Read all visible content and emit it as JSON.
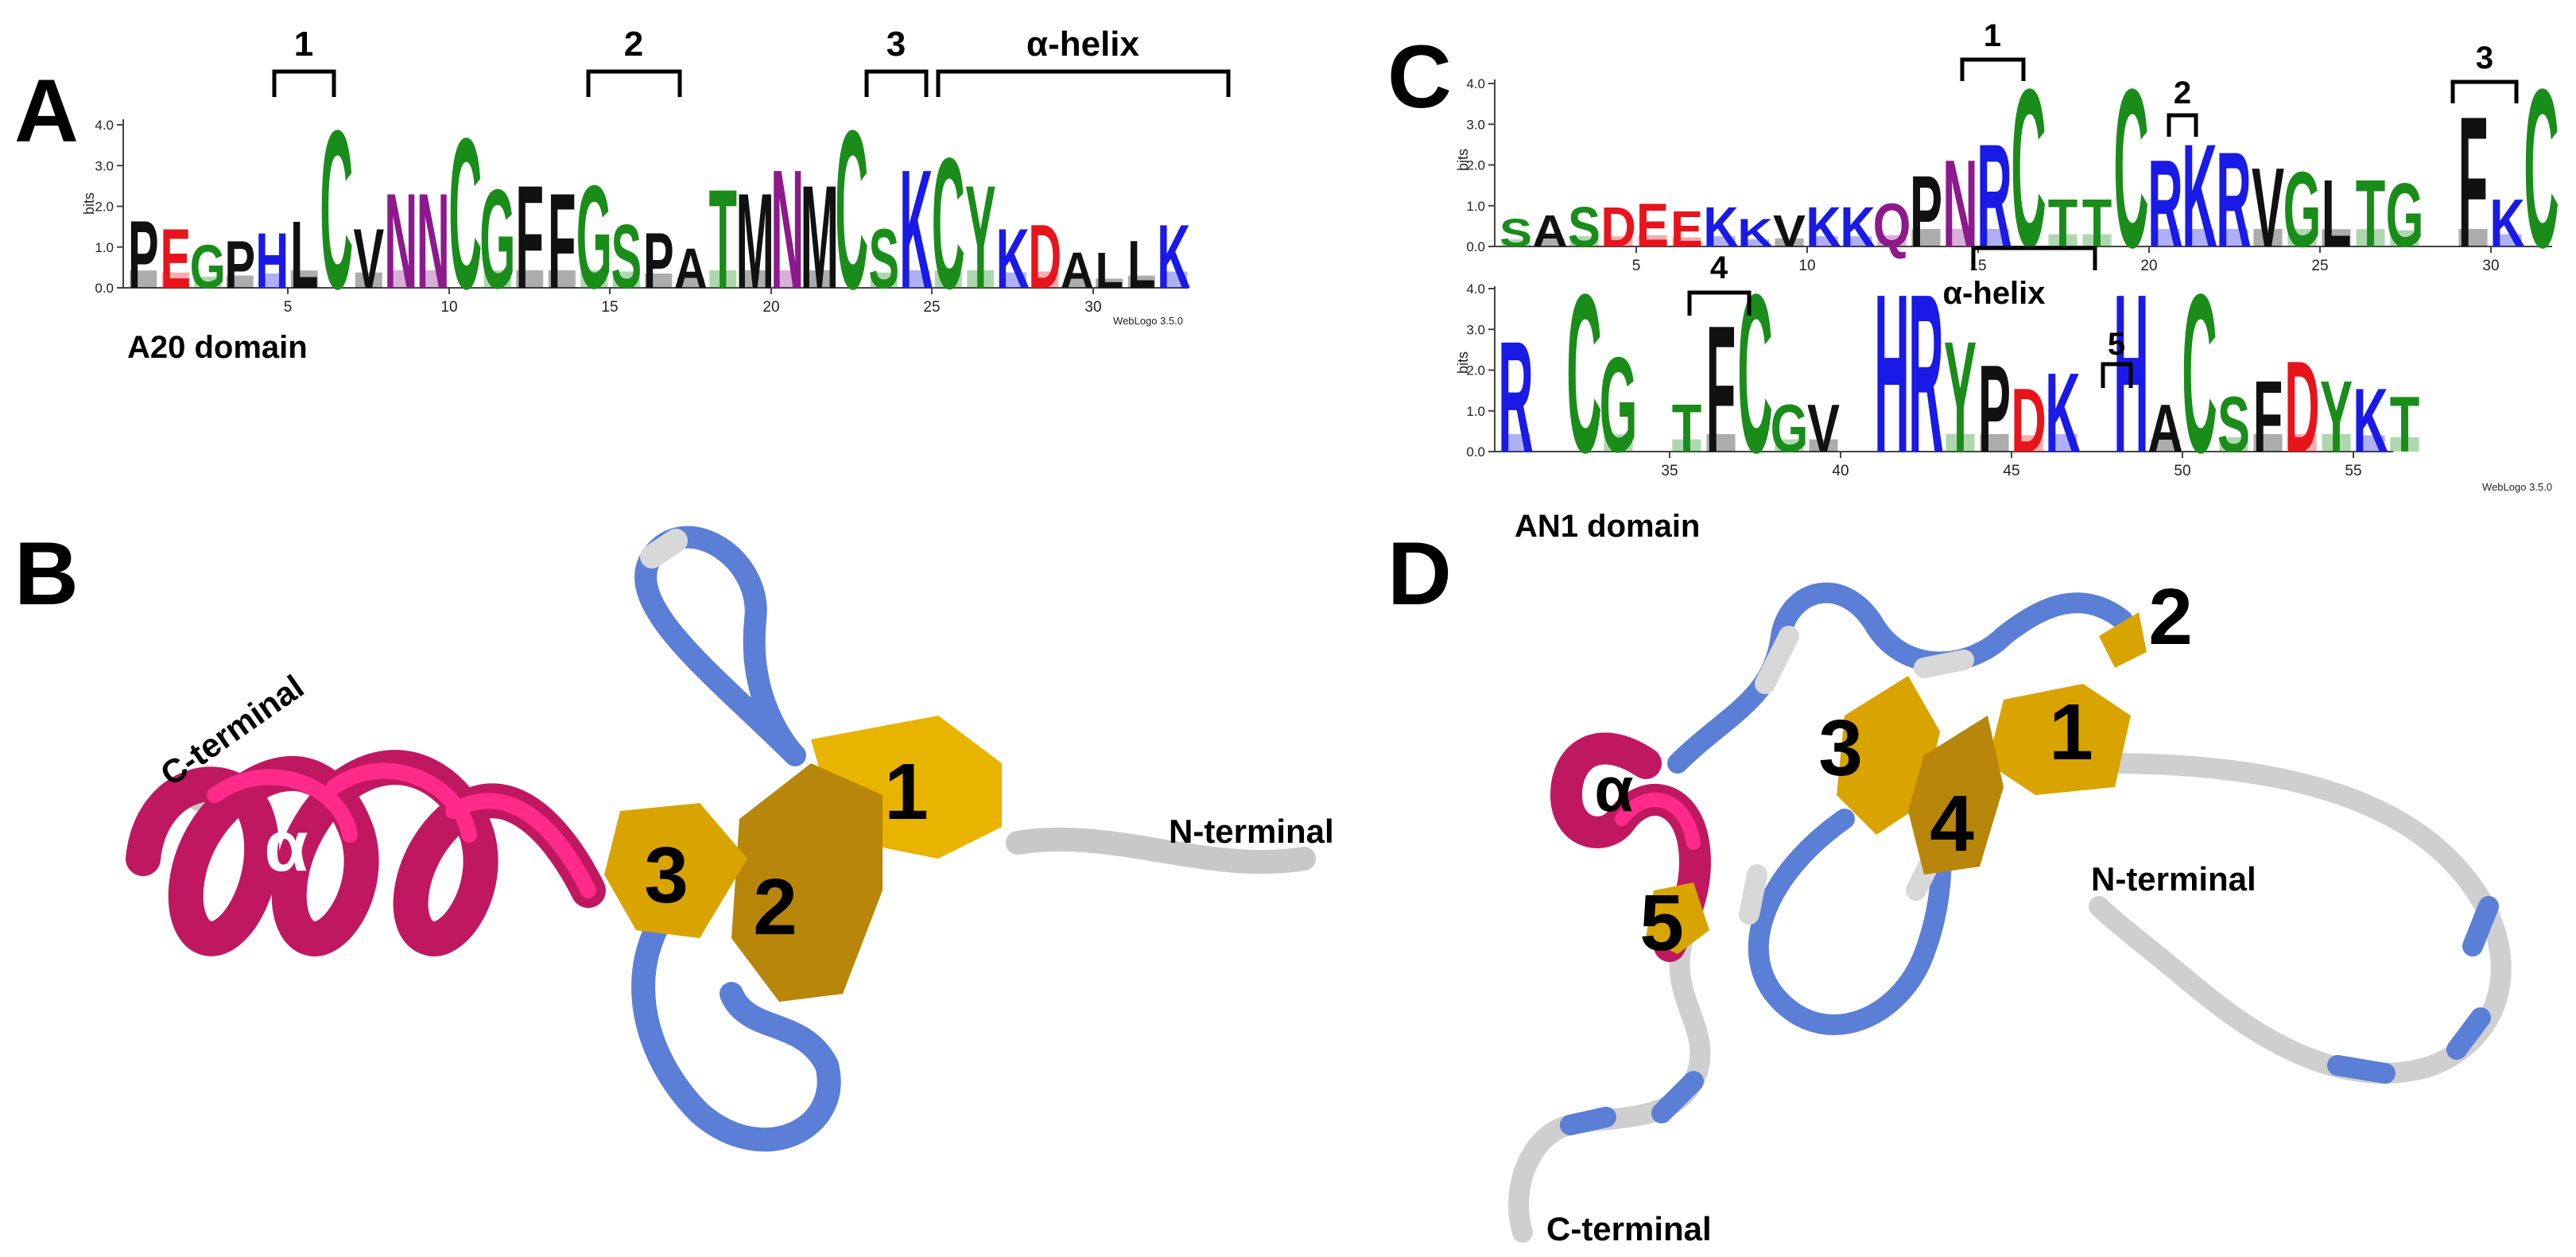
{
  "panels": {
    "a": {
      "letter": "A"
    },
    "b": {
      "letter": "B"
    },
    "c": {
      "letter": "C"
    },
    "d": {
      "letter": "D"
    }
  },
  "logos": {
    "y_axis_label": "bits",
    "y_ticks": [
      "0.0",
      "1.0",
      "2.0",
      "3.0",
      "4.0"
    ],
    "credit": "WebLogo 3.5.0",
    "colors": {
      "acidic": "#e8141c",
      "basic": "#1a1ae6",
      "polar": "#1a8c1a",
      "neutral": "#8c1a8c",
      "hydrophobic": "#111111",
      "cys": "#1a8c1a"
    },
    "a20": {
      "caption": "A20 domain",
      "x_ticks": [
        "5",
        "10",
        "15",
        "20",
        "25",
        "30"
      ],
      "annotations": [
        "1",
        "2",
        "3",
        "α-helix"
      ],
      "letters": [
        "P",
        "E",
        "G",
        "P",
        "H",
        "L",
        "C",
        "V",
        "N",
        "N",
        "C",
        "G",
        "F",
        "F",
        "G",
        "S",
        "P",
        "A",
        "T",
        "M",
        "N",
        "M",
        "C",
        "S",
        "K",
        "C",
        "Y",
        "K",
        "D",
        "A",
        "L",
        "L",
        "K"
      ],
      "heights": [
        1.7,
        1.5,
        1.1,
        1.2,
        1.4,
        1.7,
        4.0,
        1.5,
        2.4,
        2.4,
        3.8,
        2.5,
        2.6,
        2.4,
        2.6,
        1.6,
        1.4,
        1.0,
        2.5,
        2.4,
        3.0,
        2.6,
        4.0,
        1.5,
        3.0,
        3.3,
        2.6,
        1.5,
        1.6,
        0.9,
        0.9,
        1.2,
        1.6
      ]
    },
    "an1_top": {
      "x_ticks": [
        "5",
        "10",
        "15",
        "20",
        "25",
        "30"
      ],
      "annotations": [
        "1",
        "2",
        "3"
      ],
      "letters": [
        "S",
        "A",
        "S",
        "D",
        "E",
        "E",
        "K",
        "K",
        "V",
        "K",
        "K",
        "Q",
        "P",
        "N",
        "R",
        "C",
        "T",
        "T",
        "C",
        "R",
        "K",
        "R",
        "V",
        "G",
        "L",
        "T",
        "G",
        "",
        "F",
        "K",
        "C"
      ],
      "heights": [
        0.7,
        0.8,
        1.0,
        1.0,
        1.1,
        0.9,
        1.0,
        0.7,
        0.8,
        1.0,
        1.0,
        1.1,
        1.8,
        2.2,
        2.6,
        4.0,
        1.2,
        1.2,
        4.0,
        2.2,
        2.6,
        2.4,
        2.0,
        1.9,
        1.7,
        1.7,
        1.6,
        0.0,
        3.3,
        1.2,
        4.0
      ]
    },
    "an1_bottom": {
      "caption": "AN1 domain",
      "x_ticks": [
        "35",
        "40",
        "45",
        "50",
        "55"
      ],
      "annotations": [
        "4",
        "α-helix",
        "5"
      ],
      "letters": [
        "R",
        "",
        "C",
        "G",
        "",
        "T",
        "F",
        "C",
        "G",
        "V",
        "",
        "H",
        "R",
        "Y",
        "P",
        "D",
        "K",
        "",
        "H",
        "A",
        "C",
        "S",
        "F",
        "D",
        "Y",
        "K",
        "T"
      ],
      "heights": [
        2.8,
        0.6,
        4.0,
        2.4,
        0.6,
        1.2,
        3.2,
        4.0,
        1.2,
        1.2,
        0.0,
        4.0,
        4.0,
        2.8,
        2.2,
        1.6,
        2.0,
        0.0,
        4.0,
        1.2,
        4.0,
        1.4,
        1.8,
        2.3,
        1.8,
        1.6,
        1.4
      ]
    }
  },
  "structures": {
    "b": {
      "alpha": "α",
      "strands": [
        "1",
        "2",
        "3"
      ],
      "n_term": "N-terminal",
      "c_term": "C-terminal"
    },
    "d": {
      "alpha": "α",
      "strands": [
        "1",
        "2",
        "3",
        "4",
        "5"
      ],
      "n_term": "N-terminal",
      "c_term": "C-terminal"
    }
  }
}
